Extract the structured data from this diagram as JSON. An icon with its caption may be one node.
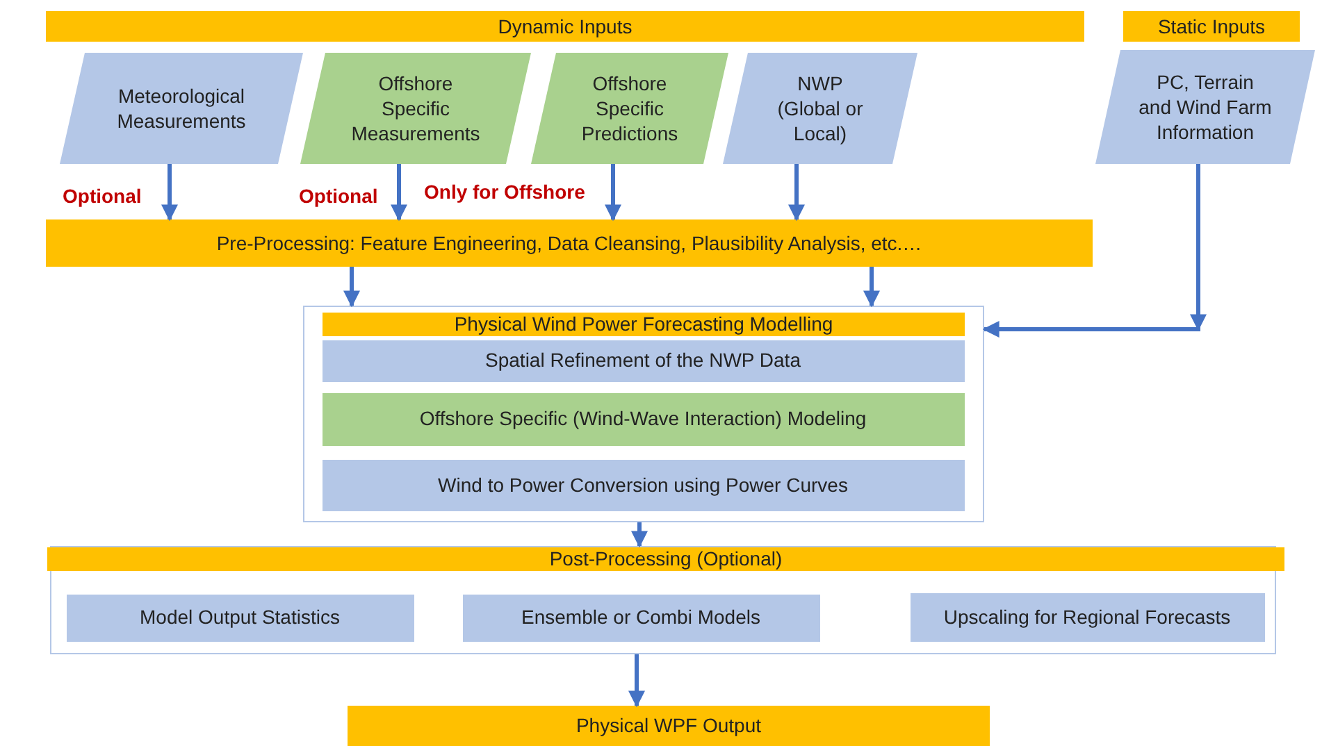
{
  "diagram": {
    "nodes": [
      {
        "text": [
          "Dynamic Inputs"
        ]
      },
      {
        "text": [
          "Meteorological Measurements"
        ]
      },
      {
        "text": [
          "Offshore Specific Measurements"
        ]
      },
      {
        "text": [
          "Offshore Specific Predictions"
        ]
      },
      {
        "text": [
          "NWP (Global or Local)"
        ]
      },
      {
        "text": [
          "Static Inputs"
        ]
      },
      {
        "text": [
          "PC, Terrain and Wind Farm Information"
        ]
      },
      {
        "text": [
          "Pre-Processing: Feature Engineering, Data Cleansing, Plausibility Analysis, etc.…"
        ]
      },
      {
        "text": [
          "Physical Wind Power Forecasting Modelling"
        ]
      },
      {
        "text": [
          "Spatial Refinement of the NWP Data"
        ],
        "in": 8
      },
      {
        "text": [
          "Offshore Specific (Wind-Wave Interaction) Modeling"
        ],
        "in": 8
      },
      {
        "text": [
          "Wind to Power Conversion using Power Curves"
        ],
        "in": 8
      },
      {
        "text": [
          "Post-Processing (Optional)"
        ]
      },
      {
        "text": [
          "Model Output Statistics"
        ],
        "in": 12
      },
      {
        "text": [
          "Ensemble or Combi Models"
        ],
        "in": 12
      },
      {
        "text": [
          "Upscaling for Regional Forecasts"
        ],
        "in": 12
      },
      {
        "text": [
          "Physical WPF Output"
        ]
      }
    ],
    "edges": [
      {
        "from": 1,
        "to": 7,
        "arrow": "to",
        "label": "Optional"
      },
      {
        "from": 2,
        "to": 7,
        "arrow": "to",
        "label": "Optional"
      },
      {
        "from": 3,
        "to": 7,
        "arrow": "to",
        "label": "Only for Offshore"
      },
      {
        "from": 4,
        "to": 7,
        "arrow": "to"
      },
      {
        "from": 7,
        "to": 8,
        "arrow": "to"
      },
      {
        "from": 7,
        "to": 8,
        "arrow": "to"
      },
      {
        "from": 6,
        "to": 8,
        "arrow": "to"
      },
      {
        "from": 8,
        "to": 12,
        "arrow": "to"
      },
      {
        "from": 12,
        "to": 16,
        "arrow": "to"
      }
    ]
  }
}
